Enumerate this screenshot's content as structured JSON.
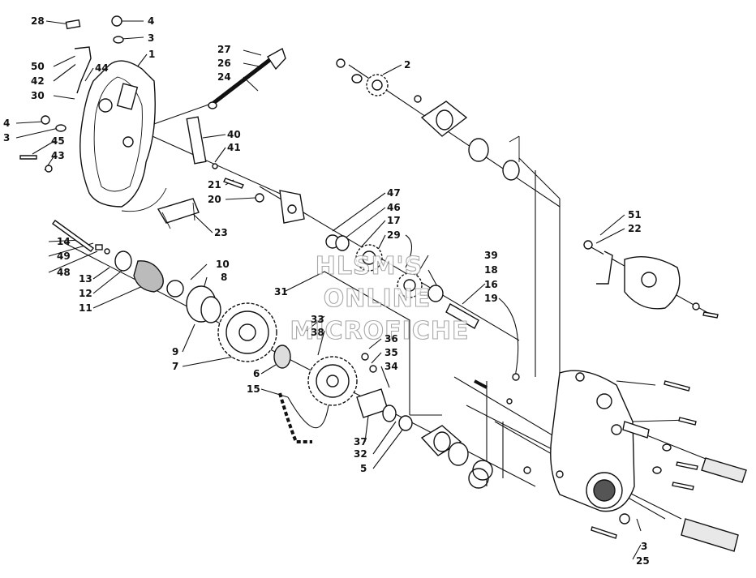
{
  "watermark": {
    "line1": "HLSM'S",
    "line2": "ONLINE",
    "line3": "MICROFICHE"
  },
  "callouts": [
    "28",
    "4",
    "3",
    "1",
    "50",
    "44",
    "42",
    "30",
    "4",
    "3",
    "45",
    "43",
    "27",
    "26",
    "24",
    "40",
    "41",
    "21",
    "20",
    "23",
    "2",
    "47",
    "46",
    "17",
    "29",
    "51",
    "22",
    "14",
    "49",
    "48",
    "13",
    "12",
    "11",
    "10",
    "8",
    "9",
    "7",
    "31",
    "33",
    "38",
    "36",
    "35",
    "34",
    "39",
    "18",
    "16",
    "19",
    "6",
    "15",
    "37",
    "32",
    "5",
    "3",
    "25"
  ]
}
